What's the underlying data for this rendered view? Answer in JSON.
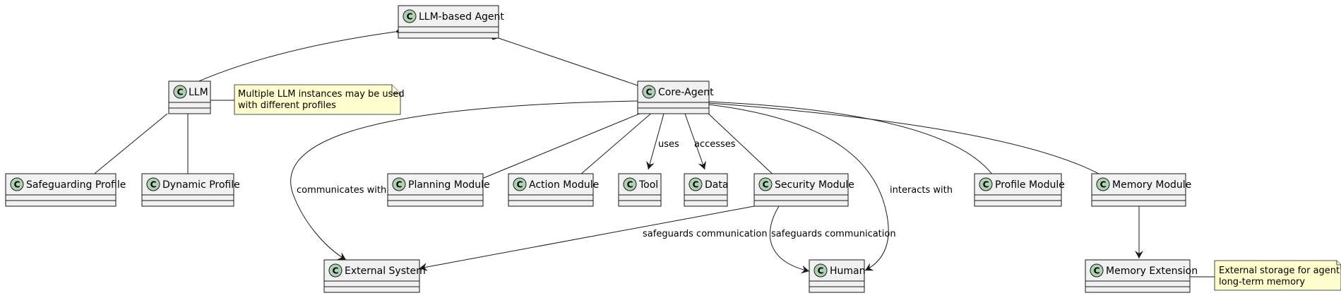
{
  "diagram": {
    "classes": {
      "llm_agent": "LLM-based Agent",
      "llm": "LLM",
      "core_agent": "Core-Agent",
      "safeguarding_profile": "Safeguarding Profile",
      "dynamic_profile": "Dynamic Profile",
      "planning_module": "Planning Module",
      "action_module": "Action Module",
      "tool": "Tool",
      "data": "Data",
      "security_module": "Security Module",
      "profile_module": "Profile Module",
      "memory_module": "Memory Module",
      "external_system": "External System",
      "human": "Human",
      "memory_extension": "Memory Extension"
    },
    "class_badge": "C",
    "notes": {
      "llm_note": [
        "Multiple LLM instances may be used",
        "with different profiles"
      ],
      "memory_note": [
        "External storage for agent's",
        "long-term memory"
      ]
    },
    "edge_labels": {
      "uses": "uses",
      "accesses": "accesses",
      "communicates": "communicates with",
      "interacts": "interacts with",
      "safeguards_ext": "safeguards communication",
      "safeguards_human": "safeguards communication"
    },
    "colors": {
      "class_fill": "#f1f1f1",
      "badge_fill": "#add1b2",
      "note_fill": "#fefece",
      "line": "#181818"
    }
  }
}
